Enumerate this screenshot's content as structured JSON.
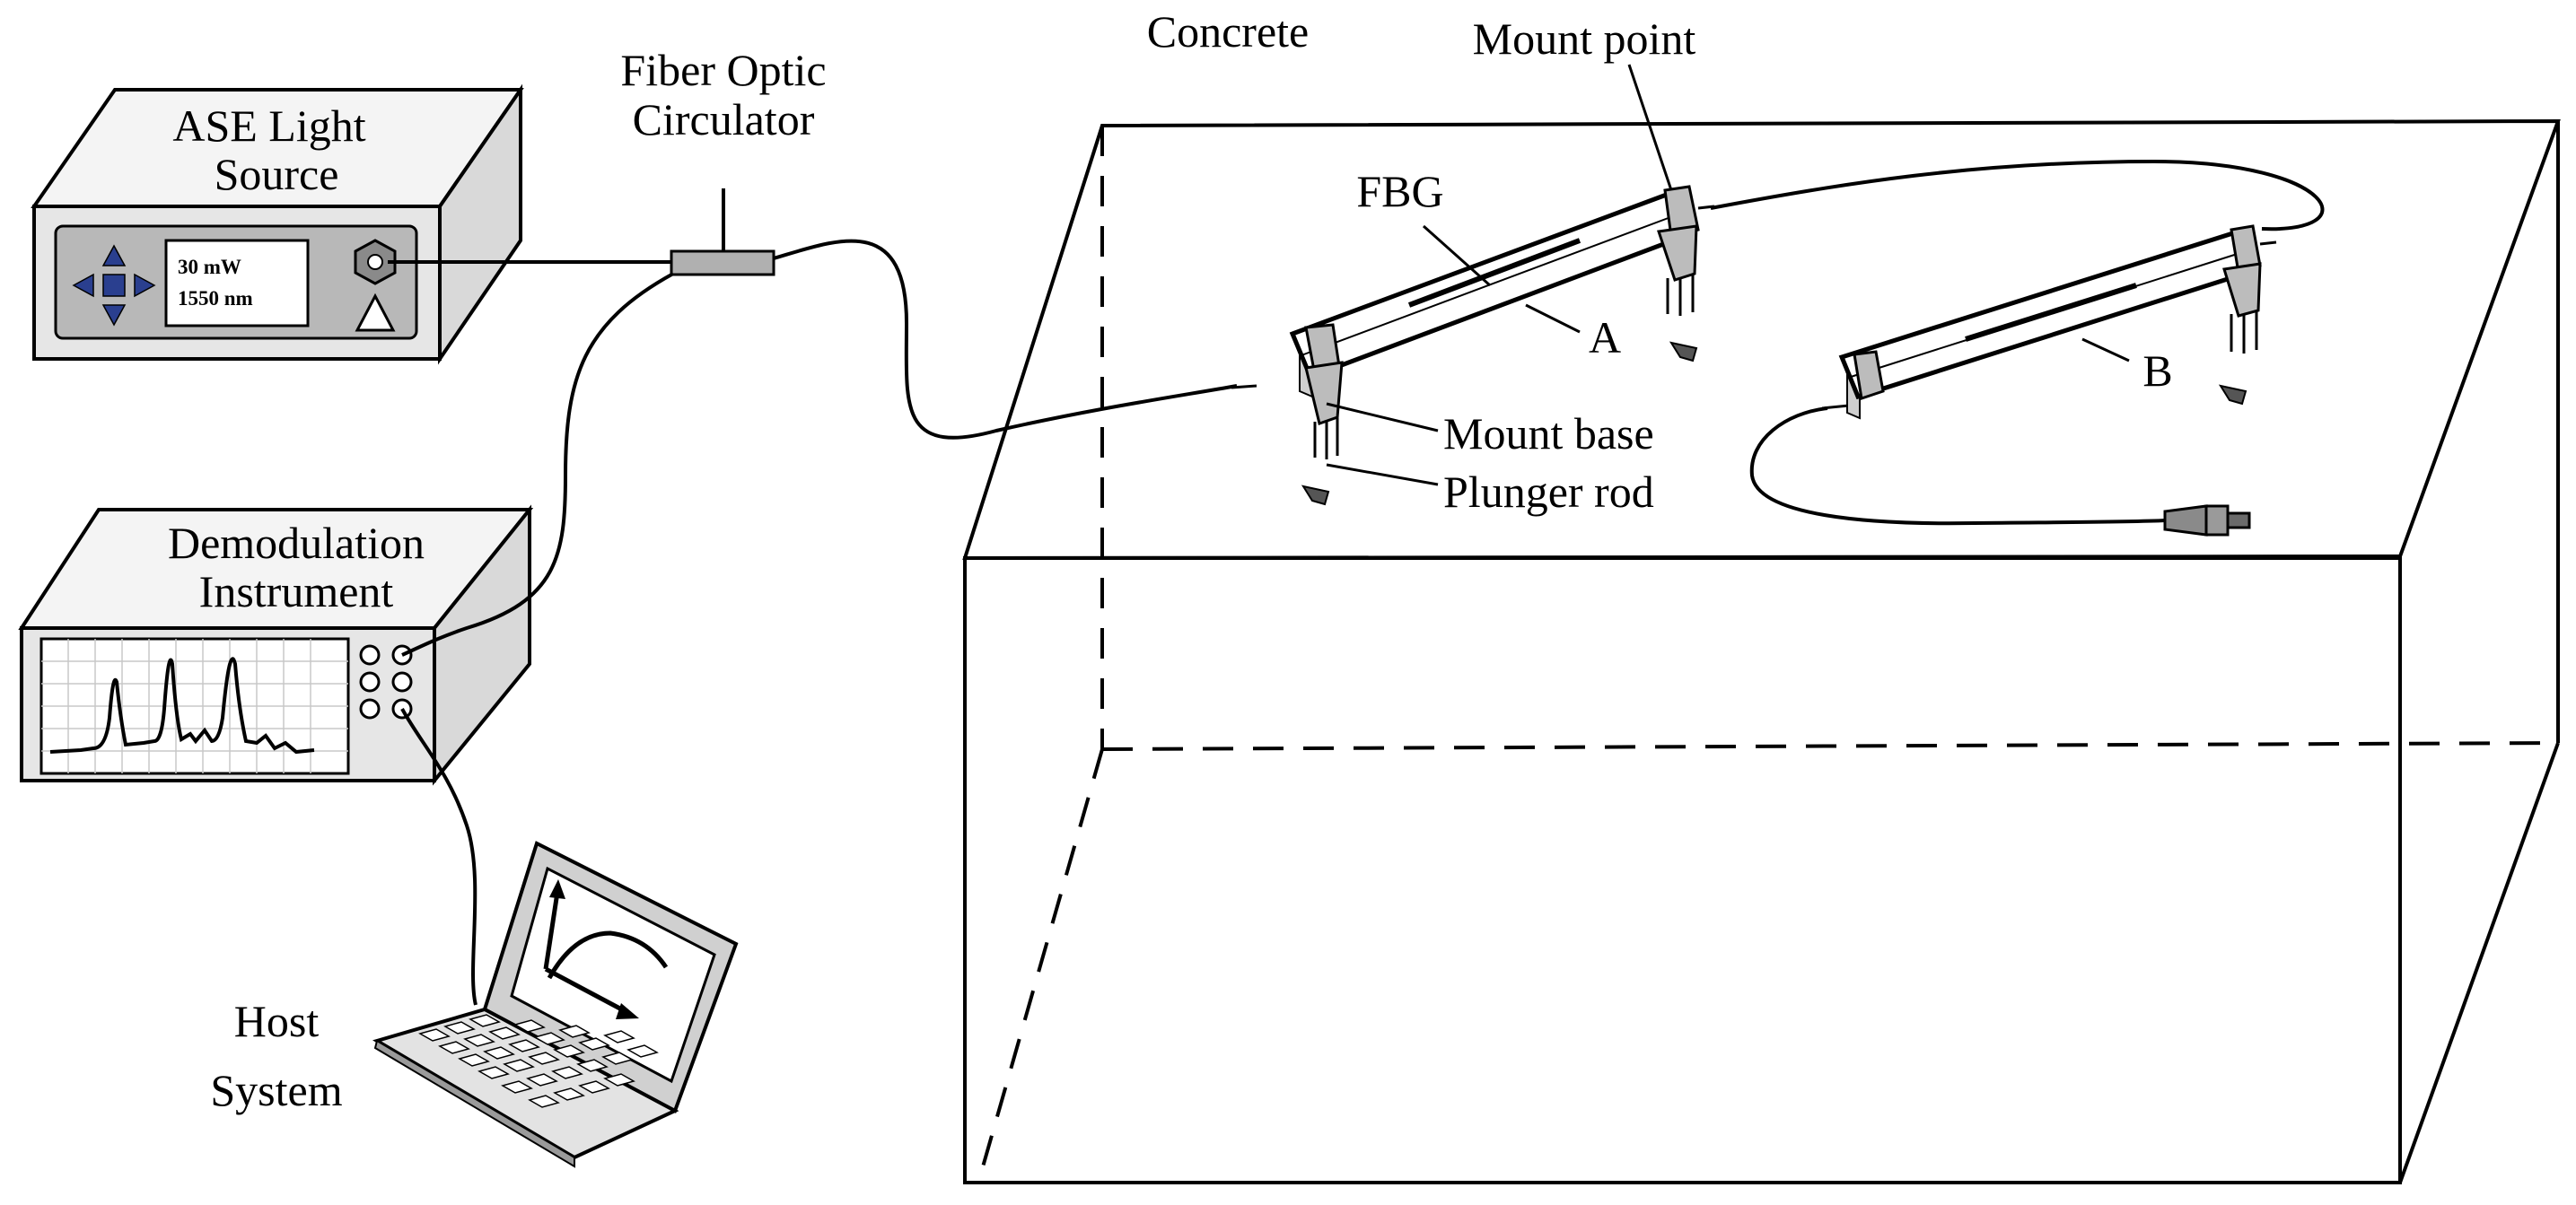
{
  "labels": {
    "ase_line1": "ASE Light",
    "ase_line2": "Source",
    "circ_line1": "Fiber Optic",
    "circ_line2": "Circulator",
    "demod_line1": "Demodulation",
    "demod_line2": "Instrument",
    "host_line1": "Host",
    "host_line2": "System",
    "concrete": "Concrete",
    "mount_point": "Mount point",
    "fbg": "FBG",
    "sensor_a": "A",
    "sensor_b": "B",
    "mount_base": "Mount base",
    "plunger_rod": "Plunger rod"
  },
  "ase_display": {
    "power": "30 mW",
    "wavelength": "1550 nm"
  },
  "icons": [
    "arrow-pad-icon",
    "connector-icon",
    "warning-triangle-icon",
    "spectrum-trace",
    "laptop-icon",
    "fiber-end-connector-icon"
  ],
  "colors": {
    "device_face": "#e6e6e6",
    "panel": "#b8b8b8",
    "pad_blue": "#2a3f8f",
    "connector": "#8a8a8a"
  }
}
